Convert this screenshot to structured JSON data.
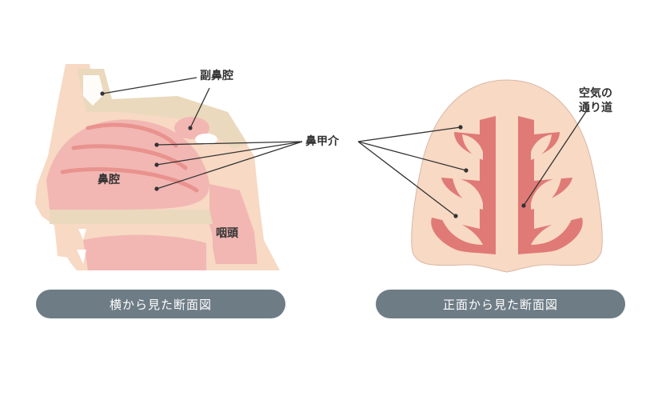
{
  "side_view": {
    "label_sinus": "副鼻腔",
    "label_turbinate": "鼻甲介",
    "label_cavity": "鼻腔",
    "label_pharynx": "咽頭",
    "caption": "横から見た断面図"
  },
  "front_view": {
    "label_airway_line1": "空気の",
    "label_airway_line2": "通り道",
    "caption": "正面から見た断面図"
  },
  "colors": {
    "skin": "#f7d9c4",
    "bone": "#ead9bd",
    "cavity": "#f2b7b3",
    "turbinate": "#e9928e",
    "airway": "#e07a76",
    "caption_bg": "#6e7c86",
    "leader": "#333333"
  }
}
